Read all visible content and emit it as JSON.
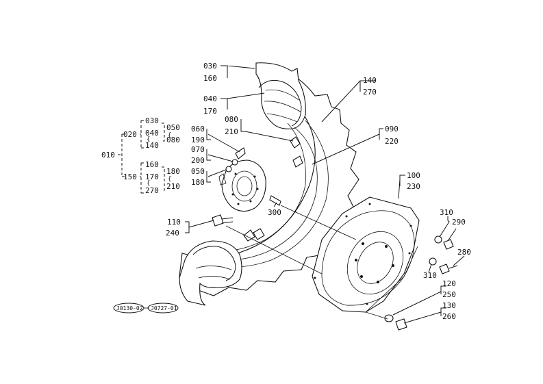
{
  "drawing": {
    "refs": {
      "left": "J0130-02",
      "right": "J0727-01"
    }
  },
  "labels": {
    "p030": "030",
    "p160": "160",
    "p040": "040",
    "p170": "170",
    "p140": "140",
    "p270": "270",
    "p080": "080",
    "p210": "210",
    "p090": "090",
    "p220": "220",
    "p060": "060",
    "p190": "190",
    "p070": "070",
    "p200": "200",
    "p050": "050",
    "p180": "180",
    "p100": "100",
    "p230": "230",
    "p300": "300",
    "p110": "110",
    "p240": "240",
    "p310a": "310",
    "p290": "290",
    "p280": "280",
    "p310b": "310",
    "p120": "120",
    "p250": "250",
    "p130": "130",
    "p260": "260"
  },
  "tree": {
    "root": "010",
    "a": "020",
    "a1": "030",
    "a2": "040",
    "a3": "140",
    "a4": "050",
    "a5": "080",
    "b": "150",
    "b1": "160",
    "b2": "170",
    "b3": "270",
    "b4": "180",
    "b5": "210"
  }
}
